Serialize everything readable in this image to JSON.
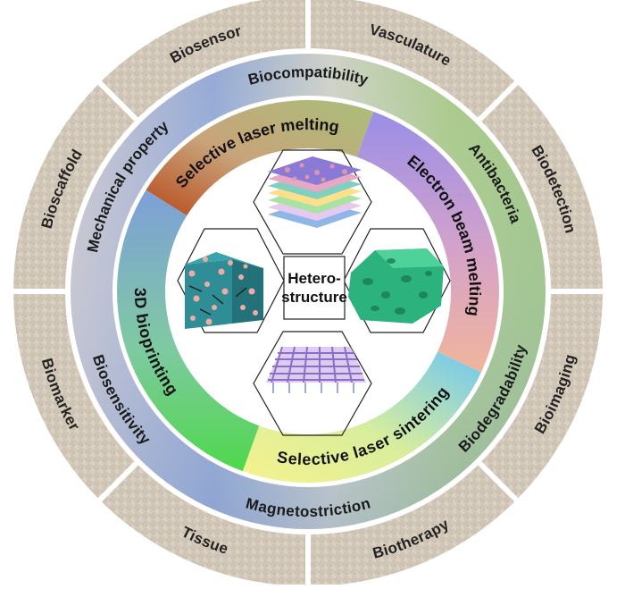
{
  "center": {
    "line1": "Hetero-",
    "line2": "structure"
  },
  "outer_ring": {
    "labels": [
      "Vasculature",
      "Biodetection",
      "Bioimaging",
      "Biotherapy",
      "Tissue",
      "Biomarker",
      "Bioscaffold",
      "Biosensor"
    ],
    "color": "#d9d0c3"
  },
  "property_ring": {
    "labels": [
      "Biocompatibility",
      "Antibacteria",
      "Biodegradability",
      "Magnetostriction",
      "Biosensitivity",
      "Mechanical property"
    ]
  },
  "technique_ring": {
    "labels": [
      "Selective laser melting",
      "Electron beam melting",
      "Selective laser sintering",
      "3D bioprinting"
    ]
  },
  "structure_icons": [
    "layered-structure-icon",
    "porous-foam-icon",
    "mesh-lattice-icon",
    "particle-cube-icon"
  ]
}
